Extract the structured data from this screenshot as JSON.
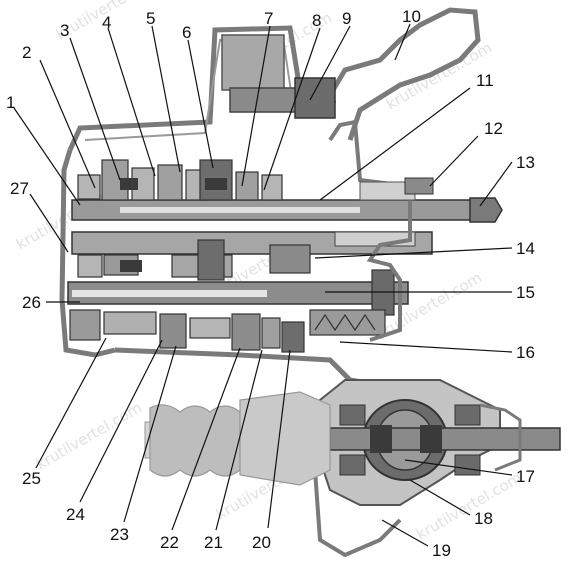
{
  "figure": {
    "colors": {
      "background": "#ffffff",
      "casing": "#7a7a7a",
      "dark": "#3a3a3a",
      "mid": "#9a9a9a",
      "light": "#c4c4c4",
      "label": "#111111"
    },
    "watermark_text": "krutilvertel.com",
    "callouts": [
      {
        "id": "c1",
        "label": "1"
      },
      {
        "id": "c2",
        "label": "2"
      },
      {
        "id": "c3",
        "label": "3"
      },
      {
        "id": "c4",
        "label": "4"
      },
      {
        "id": "c5",
        "label": "5"
      },
      {
        "id": "c6",
        "label": "6"
      },
      {
        "id": "c7",
        "label": "7"
      },
      {
        "id": "c8",
        "label": "8"
      },
      {
        "id": "c9",
        "label": "9"
      },
      {
        "id": "c10",
        "label": "10"
      },
      {
        "id": "c11",
        "label": "11"
      },
      {
        "id": "c12",
        "label": "12"
      },
      {
        "id": "c13",
        "label": "13"
      },
      {
        "id": "c14",
        "label": "14"
      },
      {
        "id": "c15",
        "label": "15"
      },
      {
        "id": "c16",
        "label": "16"
      },
      {
        "id": "c17",
        "label": "17"
      },
      {
        "id": "c18",
        "label": "18"
      },
      {
        "id": "c19",
        "label": "19"
      },
      {
        "id": "c20",
        "label": "20"
      },
      {
        "id": "c21",
        "label": "21"
      },
      {
        "id": "c22",
        "label": "22"
      },
      {
        "id": "c23",
        "label": "23"
      },
      {
        "id": "c24",
        "label": "24"
      },
      {
        "id": "c25",
        "label": "25"
      },
      {
        "id": "c26",
        "label": "26"
      },
      {
        "id": "c27",
        "label": "27"
      }
    ]
  }
}
